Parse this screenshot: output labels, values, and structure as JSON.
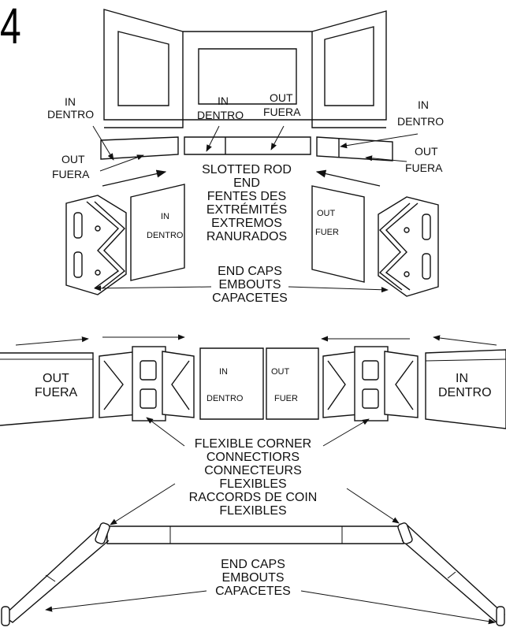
{
  "step_number": "4",
  "frame_labels": {
    "left": [
      "IN",
      "DENTRO",
      "OUT",
      "FUERA"
    ],
    "center_in": [
      "IN",
      "DENTRO"
    ],
    "center_out": [
      "OUT",
      "FUERA"
    ],
    "right": [
      "IN",
      "DENTRO",
      "OUT",
      "FUERA"
    ]
  },
  "slotted_rod_end": [
    "SLOTTED ROD",
    "END",
    "FENTES DES",
    "EXTRÉMITÉS",
    "EXTREMOS",
    "RANURADOS"
  ],
  "rod_end_tags": {
    "left": [
      "IN",
      "DENTRO"
    ],
    "right": [
      "OUT",
      "FUER"
    ]
  },
  "end_caps_top": [
    "END CAPS",
    "EMBOUTS",
    "CAPACETES"
  ],
  "connector_row": {
    "left_rod": [
      "OUT",
      "FUERA"
    ],
    "center_in": [
      "IN",
      "DENTRO"
    ],
    "center_out": [
      "OUT",
      "FUER"
    ],
    "right_rod": [
      "IN",
      "DENTRO"
    ]
  },
  "flexible_corner": [
    "FLEXIBLE CORNER",
    "CONNECTIORS",
    "CONNECTEURS",
    "FLEXIBLES",
    "RACCORDS DE COIN",
    "FLEXIBLES"
  ],
  "end_caps_bottom": [
    "END CAPS",
    "EMBOUTS",
    "CAPACETES"
  ],
  "colors": {
    "line": "#111111",
    "background": "#ffffff"
  }
}
